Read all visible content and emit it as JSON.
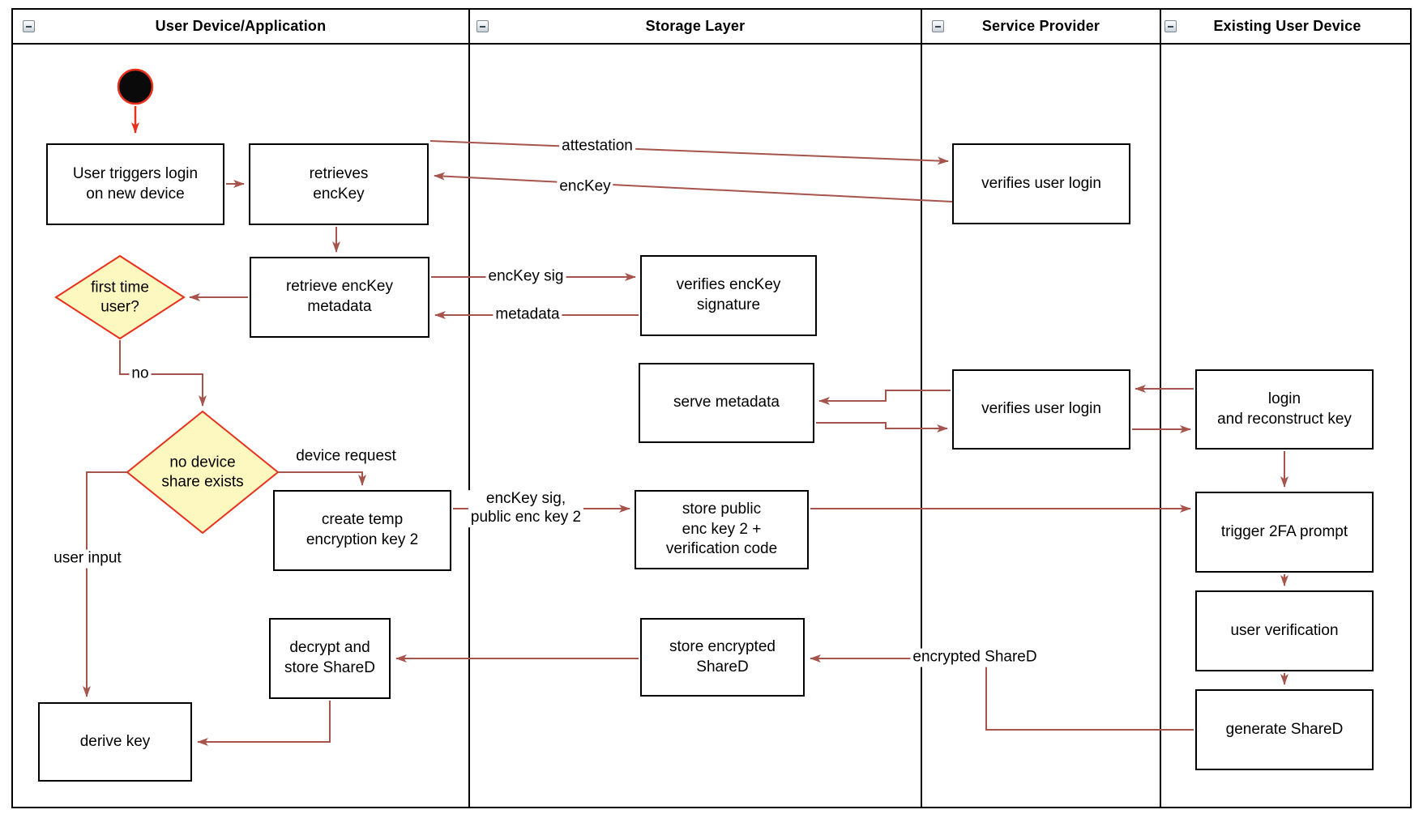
{
  "lanes": [
    {
      "title": "User Device/Application"
    },
    {
      "title": "Storage Layer"
    },
    {
      "title": "Service Provider"
    },
    {
      "title": "Existing User Device"
    }
  ],
  "icons": {
    "collapse": "minus-icon"
  },
  "nodes": {
    "user_triggers": {
      "label": "User triggers login\non new device"
    },
    "retrieves_enckey": {
      "label": "retrieves\nencKey"
    },
    "retrieve_metadata": {
      "label": "retrieve encKey\nmetadata"
    },
    "first_time_user": {
      "label": "first time\nuser?"
    },
    "no_device_share": {
      "label": "no device\nshare exists"
    },
    "create_temp_key": {
      "label": "create temp\nencryption key 2"
    },
    "decrypt_store_shared": {
      "label": "decrypt and\nstore ShareD"
    },
    "derive_key": {
      "label": "derive key"
    },
    "verifies_enckey_sig": {
      "label": "verifies encKey\nsignature"
    },
    "serve_metadata": {
      "label": "serve metadata"
    },
    "store_public_key": {
      "label": "store public\nenc key 2 +\nverification code"
    },
    "store_encrypted_shared": {
      "label": "store encrypted\nShareD"
    },
    "verifies_user_login_top": {
      "label": "verifies user login"
    },
    "verifies_user_login_mid": {
      "label": "verifies user login"
    },
    "login_reconstruct": {
      "label": "login\nand reconstruct key"
    },
    "trigger_2fa": {
      "label": "trigger 2FA prompt"
    },
    "user_verification": {
      "label": "user verification"
    },
    "generate_shared": {
      "label": "generate ShareD"
    }
  },
  "edge_labels": {
    "attestation": "attestation",
    "enckey": "encKey",
    "enckey_sig": "encKey sig",
    "metadata": "metadata",
    "no": "no",
    "device_request": "device request",
    "enckey_sig_public": "encKey sig,\npublic enc key 2",
    "user_input": "user input",
    "encrypted_shared": "encrypted ShareD"
  },
  "colors": {
    "arrow": "#a6544c",
    "start_accent": "#e8301c",
    "decision_border": "#e8301c",
    "decision_fill": "#fdf8bf",
    "node_border": "#000000",
    "node_fill": "#ffffff",
    "lane_border": "#000000"
  }
}
